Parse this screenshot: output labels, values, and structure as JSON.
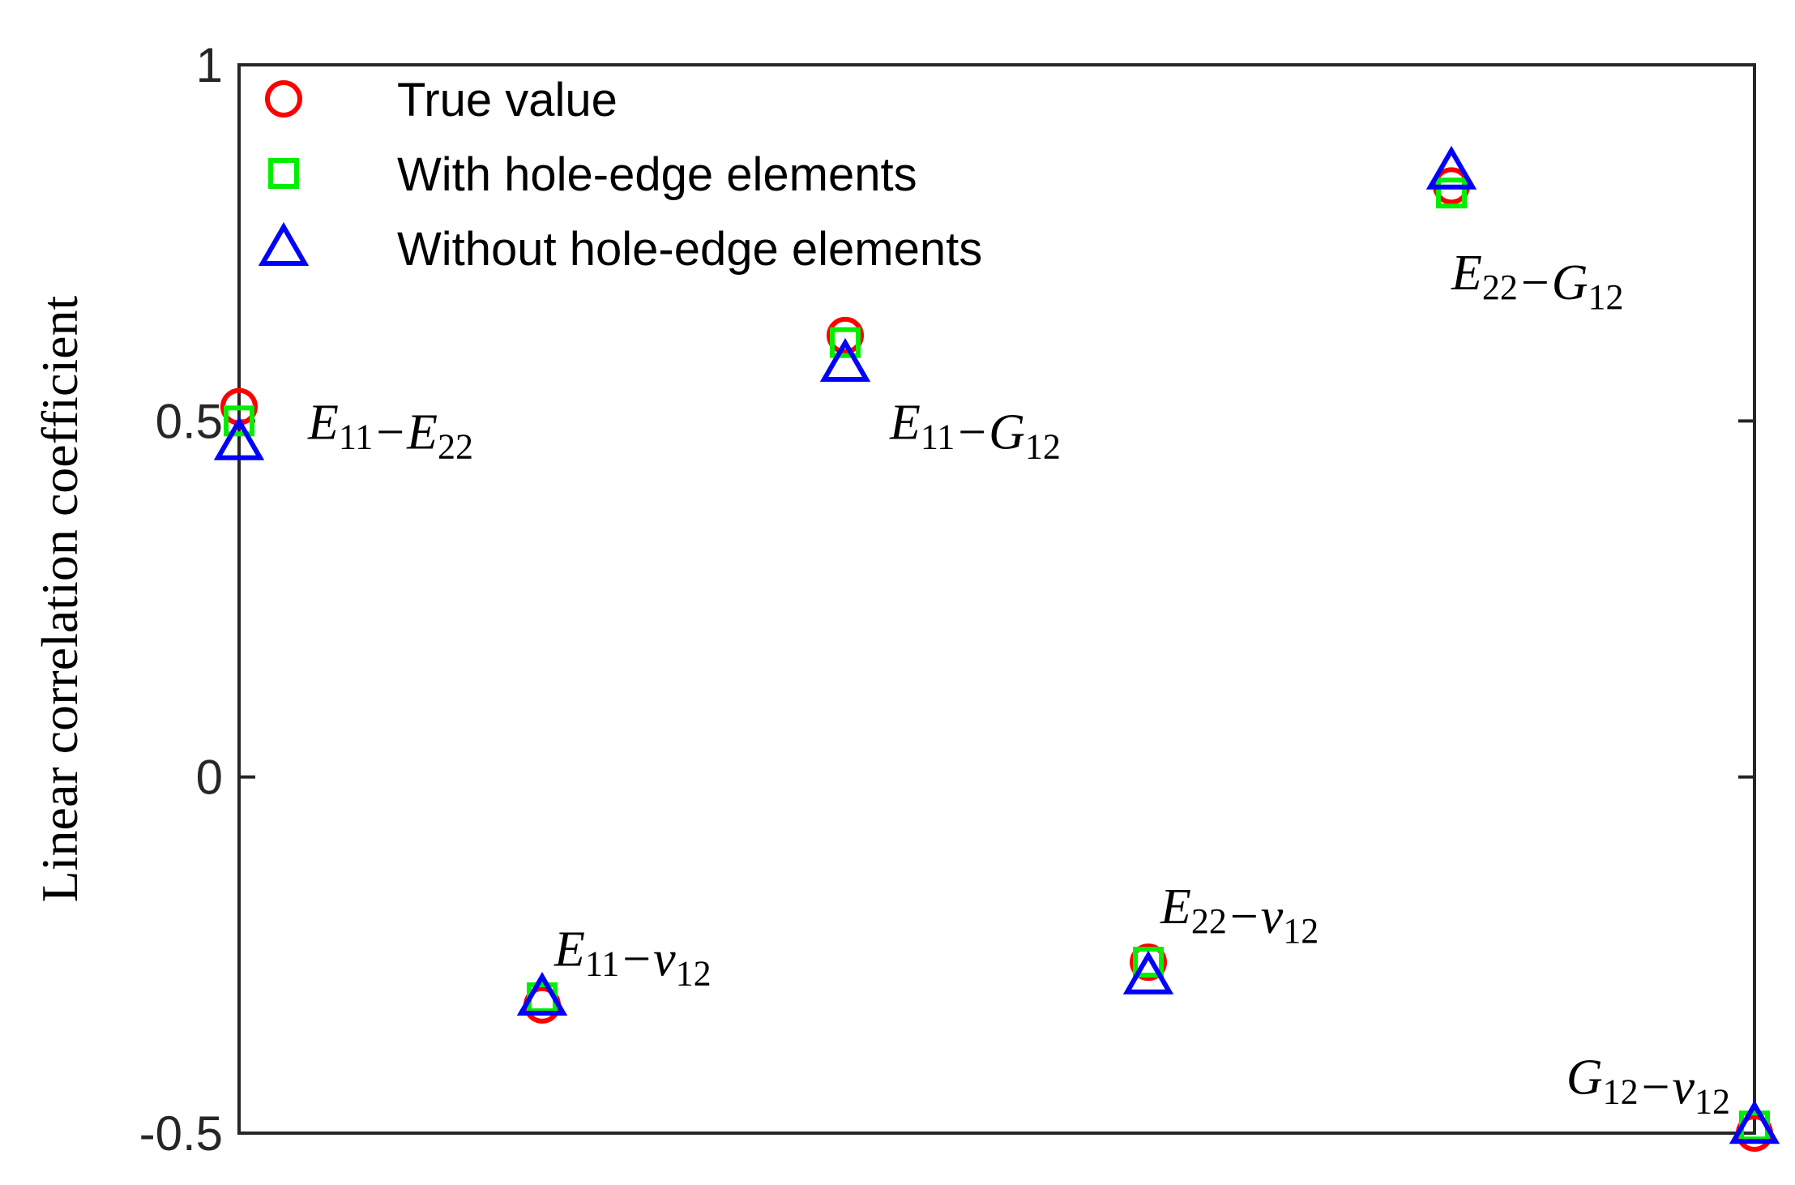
{
  "chart_data": {
    "type": "scatter",
    "title": "",
    "xlabel": "",
    "ylabel": "Linear correlation coefficient",
    "xlim": [
      1,
      6
    ],
    "ylim": [
      -0.5,
      1
    ],
    "x": [
      1,
      2,
      3,
      4,
      5,
      6
    ],
    "yticks": [
      {
        "value": 1,
        "label": "1"
      },
      {
        "value": 0.5,
        "label": "0.5"
      },
      {
        "value": 0,
        "label": "0"
      },
      {
        "value": -0.5,
        "label": "-0.5"
      }
    ],
    "grid": false,
    "legend_position": "top-left",
    "series": [
      {
        "name": "True value",
        "marker": "circle",
        "color": "#ff0000",
        "values": [
          0.52,
          -0.32,
          0.62,
          -0.26,
          0.83,
          -0.5
        ]
      },
      {
        "name": "With hole-edge elements",
        "marker": "square",
        "color": "#00ee00",
        "values": [
          0.5,
          -0.31,
          0.61,
          -0.26,
          0.82,
          -0.49
        ]
      },
      {
        "name": "Without hole-edge elements",
        "marker": "triangle",
        "color": "#0000ff",
        "values": [
          0.47,
          -0.31,
          0.58,
          -0.28,
          0.85,
          -0.49
        ]
      }
    ],
    "annotations": [
      {
        "x": 1,
        "y": 0.5,
        "a": "E",
        "a_sub": "11",
        "sep": "−",
        "b": "E",
        "b_sub": "22"
      },
      {
        "x": 2,
        "y": -0.24,
        "a": "E",
        "a_sub": "11",
        "sep": "−",
        "b": "v",
        "b_sub": "12"
      },
      {
        "x": 3,
        "y": 0.5,
        "a": "E",
        "a_sub": "11",
        "sep": "−",
        "b": "G",
        "b_sub": "12"
      },
      {
        "x": 4,
        "y": -0.18,
        "a": "E",
        "a_sub": "22",
        "sep": "−",
        "b": "v",
        "b_sub": "12"
      },
      {
        "x": 5,
        "y": 0.71,
        "a": "E",
        "a_sub": "22",
        "sep": "−",
        "b": "G",
        "b_sub": "12"
      },
      {
        "x": 6,
        "y": -0.42,
        "a": "G",
        "a_sub": "12",
        "sep": "−",
        "b": "v",
        "b_sub": "12"
      }
    ]
  }
}
